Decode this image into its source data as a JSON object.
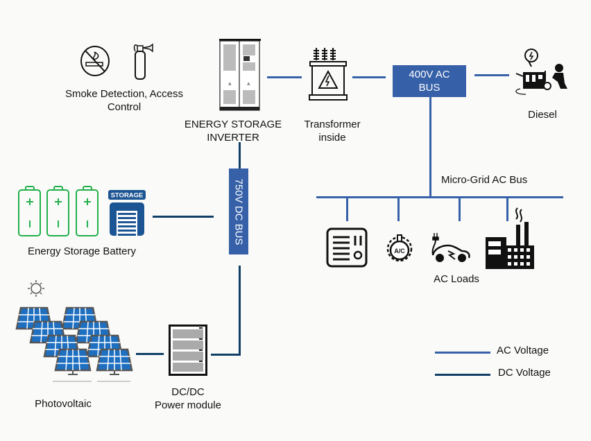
{
  "diagram": {
    "nodes": {
      "safety": {
        "label": "Smoke Detection, Access\nControl",
        "line1": "Smoke Detection, Access",
        "line2": "Control",
        "icons": [
          "no-smoking-icon",
          "fire-extinguisher-icon"
        ]
      },
      "inverter": {
        "line1": "ENERGY STORAGE",
        "line2": "INVERTER",
        "icon": "inverter-cabinet-icon"
      },
      "transformer": {
        "line1": "Transformer",
        "line2": "inside",
        "icon": "transformer-icon"
      },
      "ac_bus": {
        "line1": "400V AC",
        "line2": "BUS"
      },
      "diesel": {
        "label": "Diesel",
        "icon": "diesel-generator-icon"
      },
      "dc_bus": {
        "label": "750V DC BUS"
      },
      "battery": {
        "label": "Energy Storage Battery",
        "storage_badge": "STORAGE",
        "icons": [
          "battery-icon",
          "battery-icon",
          "battery-icon",
          "storage-unit-icon"
        ]
      },
      "microgrid": {
        "label": "Micro-Grid AC Bus"
      },
      "loads": {
        "label": "AC Loads",
        "icons": [
          "appliance-panel-icon",
          "air-conditioner-icon",
          "electric-car-icon",
          "factory-icon"
        ],
        "ac_text": "A/C"
      },
      "pv": {
        "label": "Photovoltaic",
        "icon": "solar-panels-icon"
      },
      "dcdc": {
        "line1": "DC/DC",
        "line2": "Power module",
        "icon": "power-module-icon"
      }
    },
    "edges": [
      {
        "from": "inverter",
        "to": "transformer",
        "type": "AC"
      },
      {
        "from": "transformer",
        "to": "ac_bus",
        "type": "AC"
      },
      {
        "from": "ac_bus",
        "to": "diesel",
        "type": "AC"
      },
      {
        "from": "ac_bus",
        "to": "microgrid",
        "type": "AC"
      },
      {
        "from": "microgrid",
        "to": "loads",
        "type": "AC"
      },
      {
        "from": "inverter",
        "to": "dc_bus",
        "type": "DC"
      },
      {
        "from": "battery",
        "to": "dc_bus",
        "type": "DC"
      },
      {
        "from": "dc_bus",
        "to": "dcdc",
        "type": "DC"
      },
      {
        "from": "pv",
        "to": "dcdc",
        "type": "DC"
      }
    ]
  },
  "legend": {
    "items": [
      {
        "label": "AC  Voltage",
        "color": "#3660a8"
      },
      {
        "label": "DC Voltage",
        "color": "#103e66"
      }
    ]
  },
  "colors": {
    "ac_line": "#3660a8",
    "dc_line": "#103e66",
    "battery_green": "#22b04b",
    "storage_blue": "#1c5593",
    "solar_blue": "#1e6fc0"
  }
}
